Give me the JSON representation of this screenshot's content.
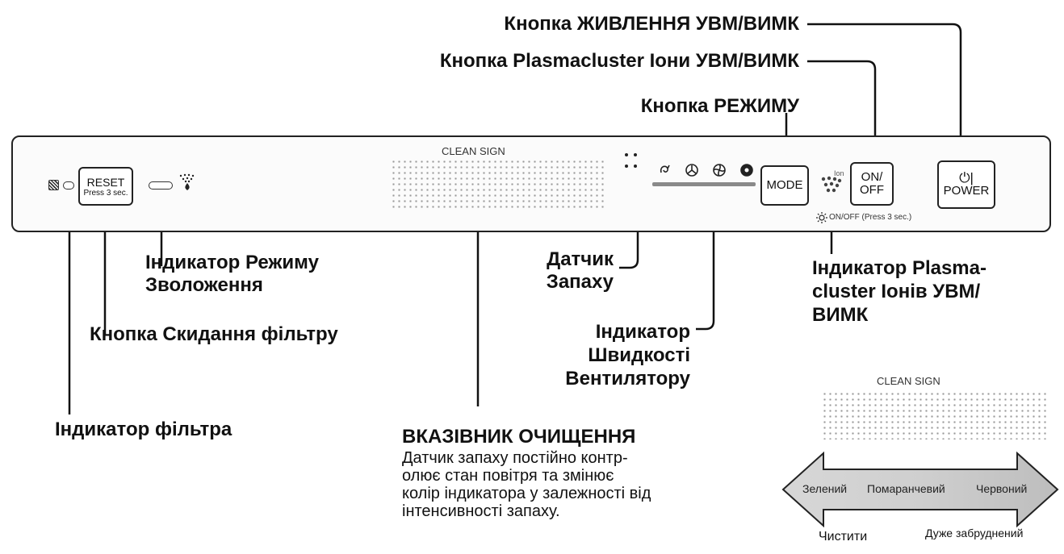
{
  "labels": {
    "power_button": "Кнопка ЖИВЛЕННЯ УВМ/ВИМК",
    "plasma_button": "Кнопка Plasmacluster Іони УВМ/ВИМК",
    "mode_button": "Кнопка РЕЖИМУ",
    "humidify_indicator": "Індикатор Режиму\nЗволоження",
    "filter_reset_button": "Кнопка Скидання фільтру",
    "filter_indicator": "Індикатор фільтра",
    "odor_sensor": "Датчик\nЗапаху",
    "fan_speed_indicator": "Індикатор\nШвидкості\nВентилятору",
    "plasma_indicator": "Індикатор Plasma-\ncluster Іонів УВМ/\nВИМК",
    "clean_sign_title": "ВКАЗІВНИК ОЧИЩЕННЯ",
    "clean_sign_desc": "Датчик запаху постійно контр-\nолює стан повітря та змінює\nколір індикатора у залежності від\nінтенсивності запаху."
  },
  "panel": {
    "clean_sign": "CLEAN SIGN",
    "reset_label": "RESET",
    "reset_sub": "Press 3 sec.",
    "mode_label": "MODE",
    "onoff_label": "ON/\nOFF",
    "power_symbol": "⏻|",
    "power_label": "POWER",
    "ion_text": "Ion",
    "onoff_hint": "ON/OFF (Press 3 sec.)"
  },
  "legend": {
    "clean_sign": "CLEAN SIGN",
    "green": "Зелений",
    "orange": "Помаранчевий",
    "red": "Червоний",
    "clean": "Чистити",
    "very_dirty": "Дуже забруднений"
  }
}
